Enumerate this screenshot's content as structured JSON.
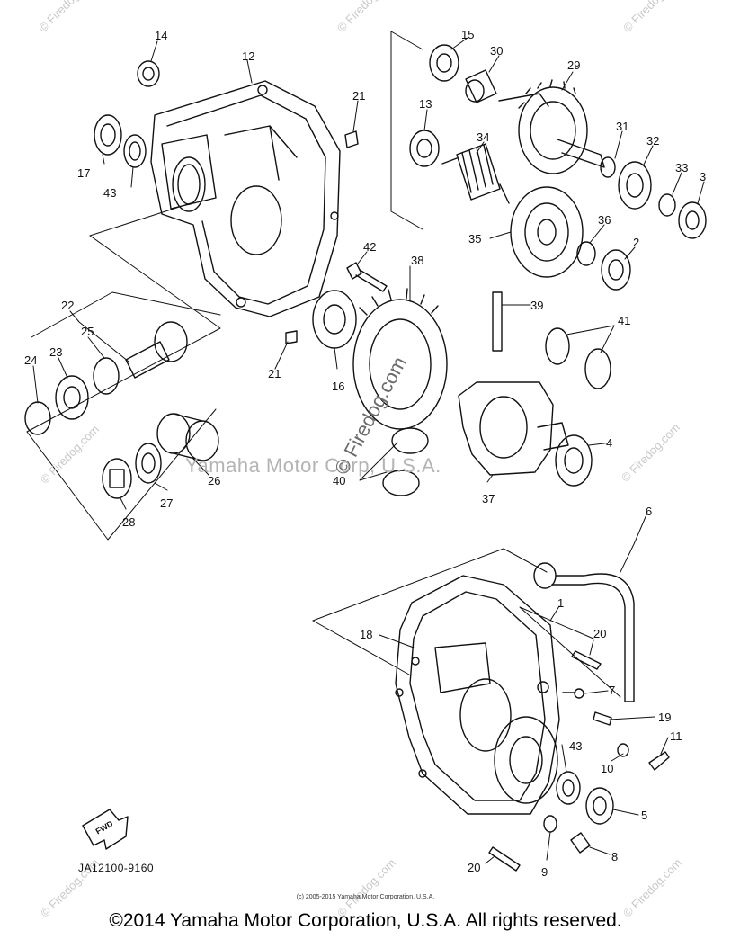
{
  "part_numbers": {
    "p1": "1",
    "p2": "2",
    "p3": "3",
    "p4": "4",
    "p5": "5",
    "p6": "6",
    "p7": "7",
    "p8": "8",
    "p9": "9",
    "p10": "10",
    "p11": "11",
    "p12": "12",
    "p13": "13",
    "p14": "14",
    "p15": "15",
    "p16": "16",
    "p17": "17",
    "p18": "18",
    "p19": "19",
    "p20a": "20",
    "p20b": "20",
    "p21a": "21",
    "p21b": "21",
    "p22": "22",
    "p23": "23",
    "p24": "24",
    "p25": "25",
    "p26": "26",
    "p27": "27",
    "p28": "28",
    "p29": "29",
    "p30": "30",
    "p31": "31",
    "p32": "32",
    "p33": "33",
    "p34": "34",
    "p35": "35",
    "p36": "36",
    "p37": "37",
    "p38": "38",
    "p39": "39",
    "p40": "40",
    "p41": "41",
    "p42": "42",
    "p43a": "43",
    "p43b": "43"
  },
  "fwd_label": "FWD",
  "part_code": "JA12100-9160",
  "watermark": "© Firedog.com",
  "center_watermark": "Yamaha Motor Corp, U.S.A.",
  "diag_watermark": "© Firedog.com",
  "small_copyright": "(c) 2005-2015 Yamaha Motor Corporation, U.S.A.",
  "main_copyright": "©2014 Yamaha Motor Corporation, U.S.A. All rights reserved.",
  "colors": {
    "line": "#111111",
    "watermark": "#c9c9c9",
    "background": "#ffffff"
  }
}
